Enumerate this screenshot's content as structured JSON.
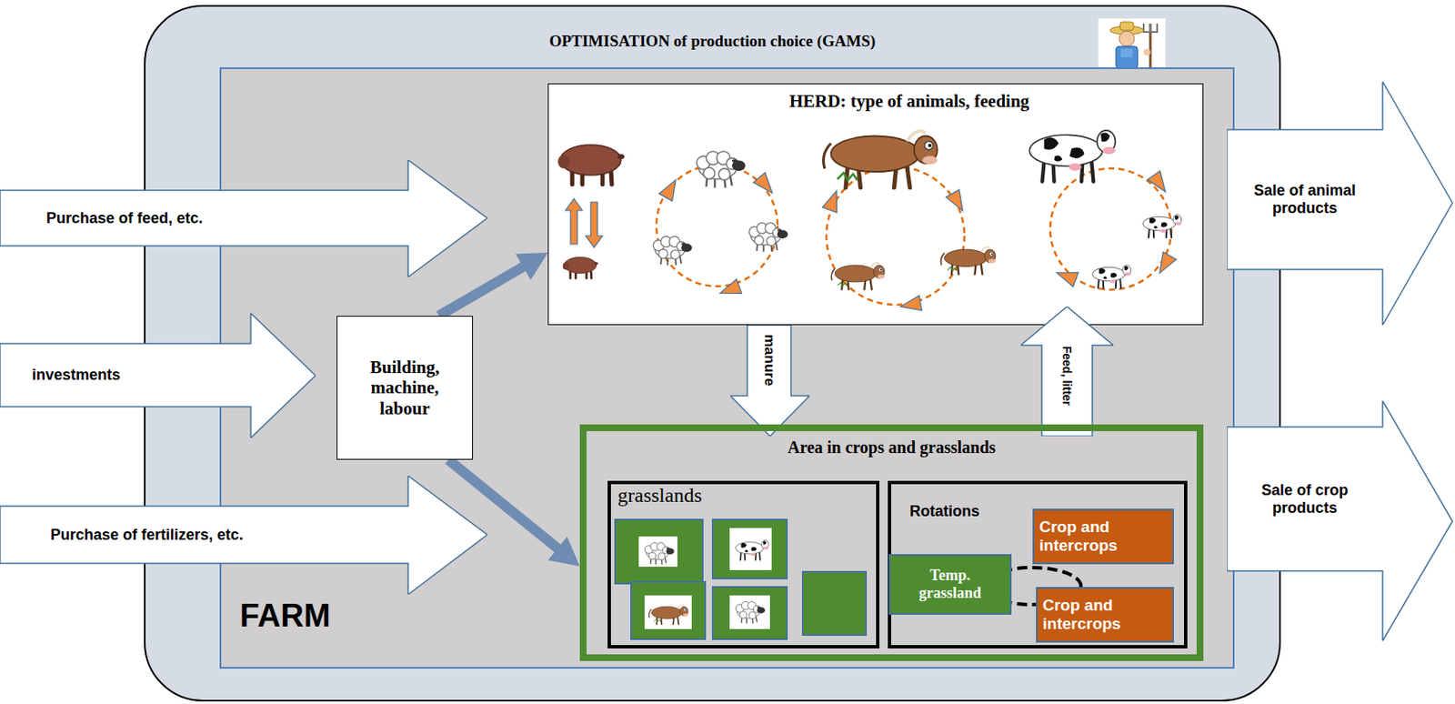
{
  "diagram": {
    "nodes": [
      {
        "text": [
          "OPTIMISATION of production choice (GAMS)"
        ]
      },
      {
        "text": [
          "Purchase of feed, etc."
        ]
      },
      {
        "text": [
          "investments"
        ]
      },
      {
        "text": [
          "Purchase of fertilizers, etc."
        ]
      },
      {
        "text": [
          "Sale of animal products"
        ]
      },
      {
        "text": [
          "Sale of crop products"
        ]
      },
      {
        "text": [
          "FARM"
        ],
        "in": 0
      },
      {
        "text": [
          "HERD: type of animals, feeding"
        ],
        "in": 6
      },
      {
        "text": [
          "Building, machine, labour"
        ],
        "in": 6
      },
      {
        "text": [
          "manure"
        ],
        "in": 6
      },
      {
        "text": [
          "Feed, litter"
        ],
        "in": 6
      },
      {
        "text": [
          "Area in crops and grasslands"
        ],
        "in": 6
      },
      {
        "text": [
          "grasslands"
        ],
        "in": 11
      },
      {
        "text": [
          "Rotations"
        ],
        "in": 11
      },
      {
        "text": [
          "Temp. grassland"
        ],
        "in": 13
      },
      {
        "text": [
          "Crop and intercrops"
        ],
        "in": 13
      },
      {
        "text": [
          "Crop and intercrops"
        ],
        "in": 13
      }
    ],
    "edges": [
      {
        "from": 8,
        "to": 7,
        "arrow": "to"
      },
      {
        "from": 8,
        "to": 11,
        "arrow": "to"
      },
      {
        "from": 14,
        "to": 16,
        "arrow": "none"
      }
    ]
  }
}
